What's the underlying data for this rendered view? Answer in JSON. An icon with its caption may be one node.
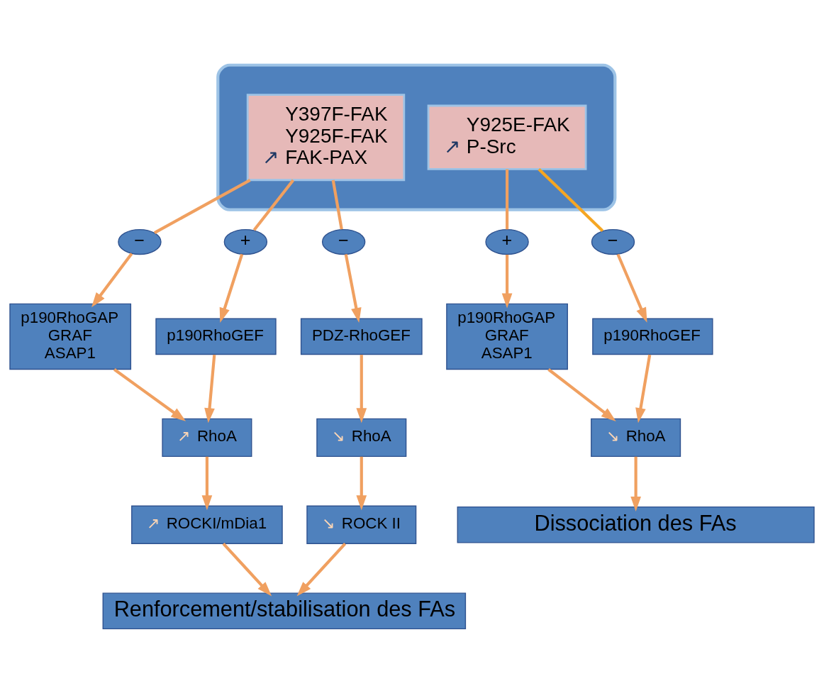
{
  "diagram": {
    "nodes": [
      {
        "text": [],
        "shape": "ellipse"
      },
      {
        "text": [
          "↗",
          "Y397F-FAK",
          "Y925F-FAK",
          "FAK-PAX"
        ],
        "in": 0
      },
      {
        "text": [
          "↗",
          "Y925E-FAK",
          "P-Src"
        ],
        "in": 0
      },
      {
        "text": [
          "−"
        ]
      },
      {
        "text": [
          "+"
        ]
      },
      {
        "text": [
          "−"
        ]
      },
      {
        "text": [
          "+"
        ]
      },
      {
        "text": [
          "−"
        ]
      },
      {
        "text": [
          "p190RhoGAP",
          "GRAF",
          "ASAP1"
        ]
      },
      {
        "text": [
          "p190RhoGEF"
        ]
      },
      {
        "text": [
          "PDZ-RhoGEF"
        ]
      },
      {
        "text": [
          "p190RhoGAP",
          "GRAF",
          "ASAP1"
        ]
      },
      {
        "text": [
          "p190RhoGEF"
        ]
      },
      {
        "text": [
          "↗",
          "RhoA"
        ]
      },
      {
        "text": [
          "↘",
          "RhoA"
        ]
      },
      {
        "text": [
          "↘",
          "RhoA"
        ]
      },
      {
        "text": [
          "↗",
          "ROCKI/mDia1"
        ]
      },
      {
        "text": [
          "↘",
          "ROCK II"
        ]
      },
      {
        "text": [
          "Renforcement/stabilisation des FAs"
        ]
      },
      {
        "text": [
          "Dissociation des FAs"
        ]
      }
    ],
    "edges": [
      {
        "from": 1,
        "to": 3,
        "arrow": "none"
      },
      {
        "from": 1,
        "to": 4,
        "arrow": "none"
      },
      {
        "from": 1,
        "to": 5,
        "arrow": "none"
      },
      {
        "from": 2,
        "to": 6,
        "arrow": "none"
      },
      {
        "from": 2,
        "to": 7,
        "arrow": "none",
        "color": "#f5a623"
      },
      {
        "from": 3,
        "to": 8,
        "arrow": "to"
      },
      {
        "from": 4,
        "to": 9,
        "arrow": "to"
      },
      {
        "from": 5,
        "to": 10,
        "arrow": "to"
      },
      {
        "from": 6,
        "to": 11,
        "arrow": "to"
      },
      {
        "from": 7,
        "to": 12,
        "arrow": "to"
      },
      {
        "from": 8,
        "to": 13,
        "arrow": "to"
      },
      {
        "from": 9,
        "to": 13,
        "arrow": "to"
      },
      {
        "from": 10,
        "to": 14,
        "arrow": "to"
      },
      {
        "from": 11,
        "to": 15,
        "arrow": "to"
      },
      {
        "from": 12,
        "to": 15,
        "arrow": "to"
      },
      {
        "from": 13,
        "to": 16,
        "arrow": "to"
      },
      {
        "from": 14,
        "to": 17,
        "arrow": "to"
      },
      {
        "from": 16,
        "to": 18,
        "arrow": "to"
      },
      {
        "from": 17,
        "to": 18,
        "arrow": "to"
      },
      {
        "from": 15,
        "to": 19,
        "arrow": "to"
      }
    ]
  }
}
